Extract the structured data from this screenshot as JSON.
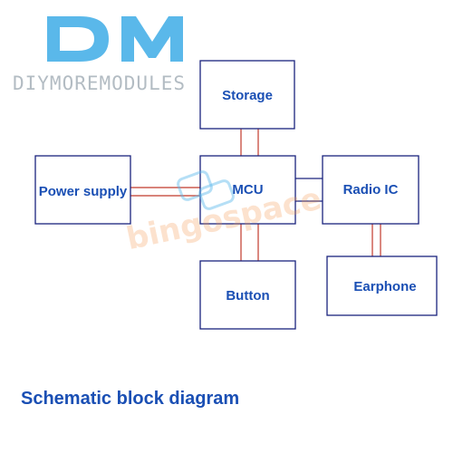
{
  "logo": {
    "letters": "DM",
    "text": "DIYMOREMODULES",
    "letters_color": "#5ab8ea",
    "text_color": "#b3bcc3"
  },
  "watermark": {
    "text": "bingospace",
    "color": "#f4a060"
  },
  "diagram": {
    "nodes": {
      "storage": "Storage",
      "mcu": "MCU",
      "power_supply": "Power supply",
      "radio_ic": "Radio IC",
      "button": "Button",
      "earphone": "Earphone"
    },
    "edges": [
      {
        "from": "mcu",
        "to": "storage"
      },
      {
        "from": "power_supply",
        "to": "mcu"
      },
      {
        "from": "mcu",
        "to": "radio_ic"
      },
      {
        "from": "mcu",
        "to": "button"
      },
      {
        "from": "radio_ic",
        "to": "earphone"
      }
    ],
    "colors": {
      "box_border": "#1a237e",
      "label": "#1a4fb4",
      "connector": "#c0392b"
    }
  },
  "caption": "Schematic block diagram"
}
